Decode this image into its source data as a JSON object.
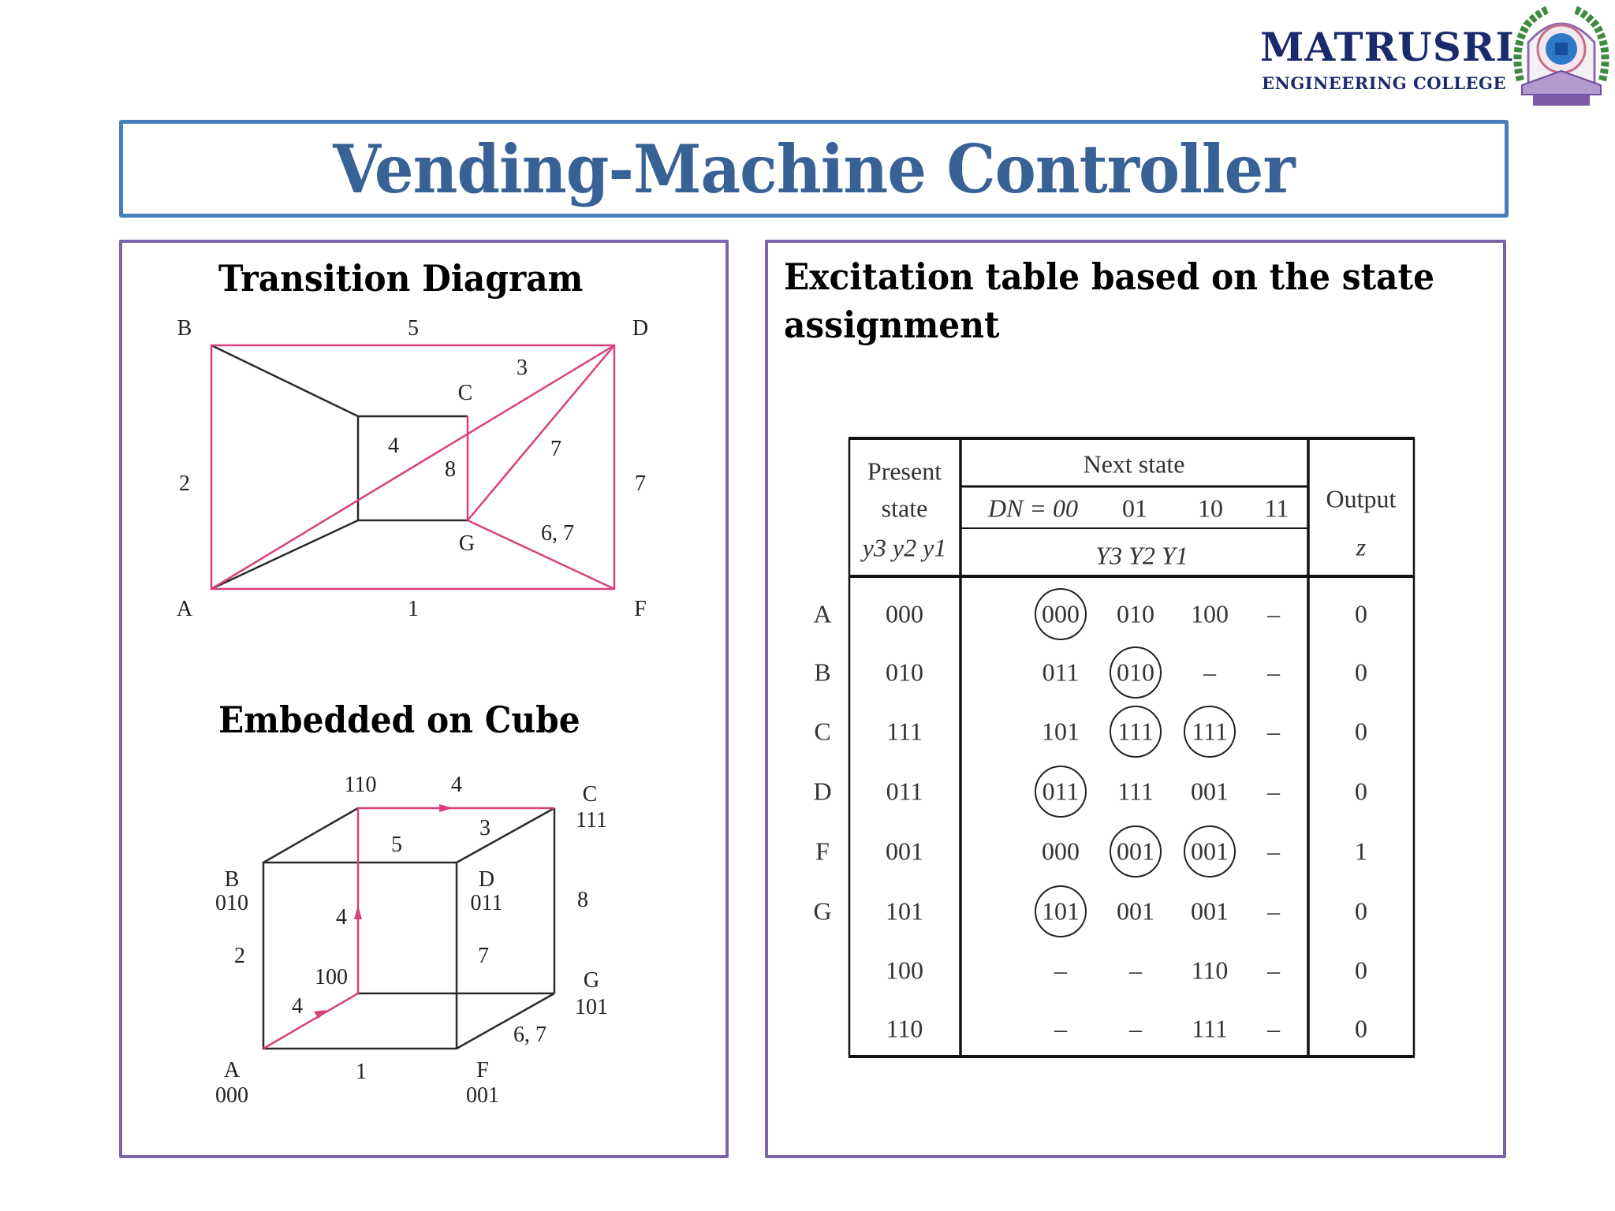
{
  "logo": {
    "name": "MATRUSRI",
    "subtitle": "ENGINEERING COLLEGE",
    "seal_icon": "college-seal-icon"
  },
  "slide": {
    "title": "Vending-Machine Controller"
  },
  "left_panel": {
    "transition_heading": "Transition Diagram",
    "cube_heading": "Embedded on Cube"
  },
  "right_panel": {
    "heading_line1": "Excitation table based on the state",
    "heading_line2": "assignment"
  },
  "colors": {
    "title_blue": "#386296",
    "title_border": "#4a7ebb",
    "panel_border": "#7b64a8",
    "edge_pink": "#d9407e",
    "edge_black": "#222222",
    "logo_navy": "#1a2a6c"
  },
  "transition_diagram": {
    "nodes": [
      {
        "id": "B",
        "label": "B"
      },
      {
        "id": "D",
        "label": "D"
      },
      {
        "id": "A",
        "label": "A"
      },
      {
        "id": "F",
        "label": "F"
      },
      {
        "id": "C",
        "label": "C"
      },
      {
        "id": "G",
        "label": "G"
      }
    ],
    "edge_labels": {
      "BD": "5",
      "AB": "2",
      "AF": "1",
      "DF": "7",
      "CD": "3",
      "AC": "4",
      "CG": "8",
      "GD": "7",
      "GF": "6, 7"
    }
  },
  "cube": {
    "corners": {
      "top_back_left": "110",
      "C": {
        "name": "C",
        "code": "111"
      },
      "B": {
        "name": "B",
        "code": "010"
      },
      "D": {
        "name": "D",
        "code": "011"
      },
      "bottom_back_left": "100",
      "G": {
        "name": "G",
        "code": "101"
      },
      "A": {
        "name": "A",
        "code": "000"
      },
      "F": {
        "name": "F",
        "code": "001"
      }
    },
    "edge_labels": {
      "top_back": "4",
      "back_up": "4",
      "A_to_100": "4",
      "CD": "3",
      "BD_top": "5",
      "AB": "2",
      "AF": "1",
      "DF": "7",
      "CG": "8",
      "GF": "6, 7"
    }
  },
  "excitation_table": {
    "headers": {
      "present_line1": "Present",
      "present_line2": "state",
      "present_line3": "y3 y2 y1",
      "next_state": "Next state",
      "dn_label": "DN = 00",
      "col01": "01",
      "col10": "10",
      "col11": "11",
      "next_vars": "Y3 Y2 Y1",
      "output_line1": "Output",
      "output_line2": "z"
    },
    "rows": [
      {
        "state": "A",
        "present": "000",
        "n00": "000",
        "n01": "010",
        "n10": "100",
        "n11": "–",
        "z": "0",
        "circled": [
          "n00"
        ]
      },
      {
        "state": "B",
        "present": "010",
        "n00": "011",
        "n01": "010",
        "n10": "–",
        "n11": "–",
        "z": "0",
        "circled": [
          "n01"
        ]
      },
      {
        "state": "C",
        "present": "111",
        "n00": "101",
        "n01": "111",
        "n10": "111",
        "n11": "–",
        "z": "0",
        "circled": [
          "n01",
          "n10"
        ]
      },
      {
        "state": "D",
        "present": "011",
        "n00": "011",
        "n01": "111",
        "n10": "001",
        "n11": "–",
        "z": "0",
        "circled": [
          "n00"
        ]
      },
      {
        "state": "F",
        "present": "001",
        "n00": "000",
        "n01": "001",
        "n10": "001",
        "n11": "–",
        "z": "1",
        "circled": [
          "n01",
          "n10"
        ]
      },
      {
        "state": "G",
        "present": "101",
        "n00": "101",
        "n01": "001",
        "n10": "001",
        "n11": "–",
        "z": "0",
        "circled": [
          "n00"
        ]
      },
      {
        "state": "",
        "present": "100",
        "n00": "–",
        "n01": "–",
        "n10": "110",
        "n11": "–",
        "z": "0",
        "circled": []
      },
      {
        "state": "",
        "present": "110",
        "n00": "–",
        "n01": "–",
        "n10": "111",
        "n11": "–",
        "z": "0",
        "circled": []
      }
    ]
  }
}
